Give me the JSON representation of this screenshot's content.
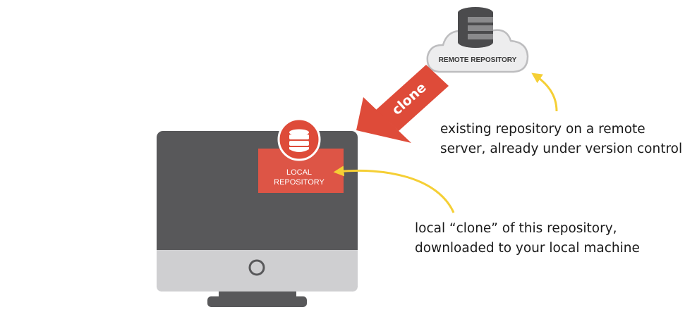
{
  "remote": {
    "label": "REMOTE REPOSITORY",
    "note_line1": "existing repository on a remote",
    "note_line2": "server, already under version control"
  },
  "local": {
    "label_line1": "LOCAL",
    "label_line2": "REPOSITORY",
    "note_line1": "local “clone” of this repository,",
    "note_line2": "downloaded to your local machine"
  },
  "action": {
    "label": "clone"
  },
  "colors": {
    "monitor_dark": "#58585a",
    "monitor_bezel": "#cfcfd1",
    "accent_red": "#de4b39",
    "local_box": "#dd5546",
    "annotation_yellow": "#f5cf35",
    "cloud_fill": "#ededee",
    "cloud_stroke": "#bdbdbf",
    "db_dark": "#4b4b4d"
  },
  "icons": {
    "remote_icon": "database-icon",
    "local_icon": "database-icon",
    "cloud": "cloud-icon",
    "monitor": "desktop-computer-icon"
  }
}
